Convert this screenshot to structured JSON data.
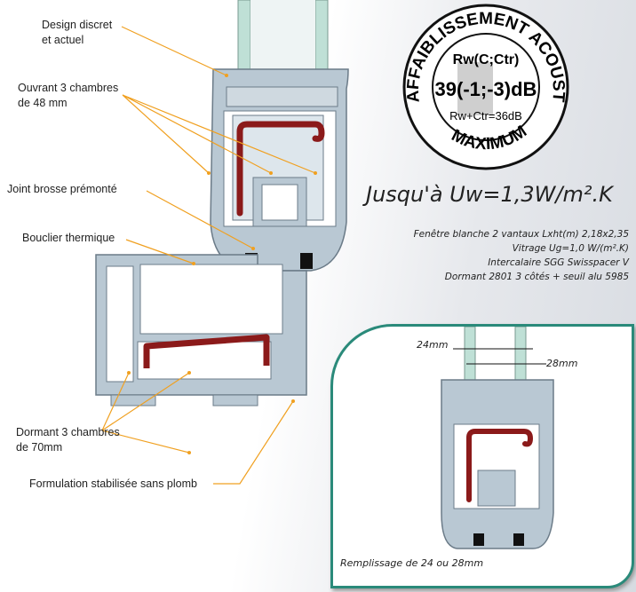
{
  "labels": {
    "design_1": "Design discret",
    "design_2": "et actuel",
    "ouvrant_1": "Ouvrant 3 chambres",
    "ouvrant_2": "de 48 mm",
    "joint": "Joint brosse prémonté",
    "bouclier": "Bouclier thermique",
    "dormant_1": "Dormant 3 chambres",
    "dormant_2": "de 70mm",
    "formulation": "Formulation stabilisée sans plomb"
  },
  "stamp": {
    "ring_top": "AFFAIBLISSEMENT ACOUSTIQUE",
    "ring_bottom": "MAXIMUM",
    "rating": "Rw(C;Ctr)",
    "value": "39(-1;-3)dB",
    "sum": "Rw+Ctr=36dB"
  },
  "performance": {
    "headline": "Jusqu'à Uw=1,3W/m².K",
    "lines": [
      "Fenêtre blanche 2 vantaux Lxht(m) 2,18x2,35",
      "Vitrage Ug=1,0 W/(m².K)",
      "Intercalaire SGG Swisspacer V",
      "Dormant 2801 3 côtés + seuil alu 5985"
    ]
  },
  "inset": {
    "dim_24": "24mm",
    "dim_28": "28mm",
    "caption": "Remplissage de 24 ou 28mm"
  },
  "colors": {
    "leader": "#f0a020",
    "pvc": "#b9c8d3",
    "steel": "#8b1a1a",
    "glass": "#bfe0d6",
    "teal": "#2a8a7a"
  }
}
